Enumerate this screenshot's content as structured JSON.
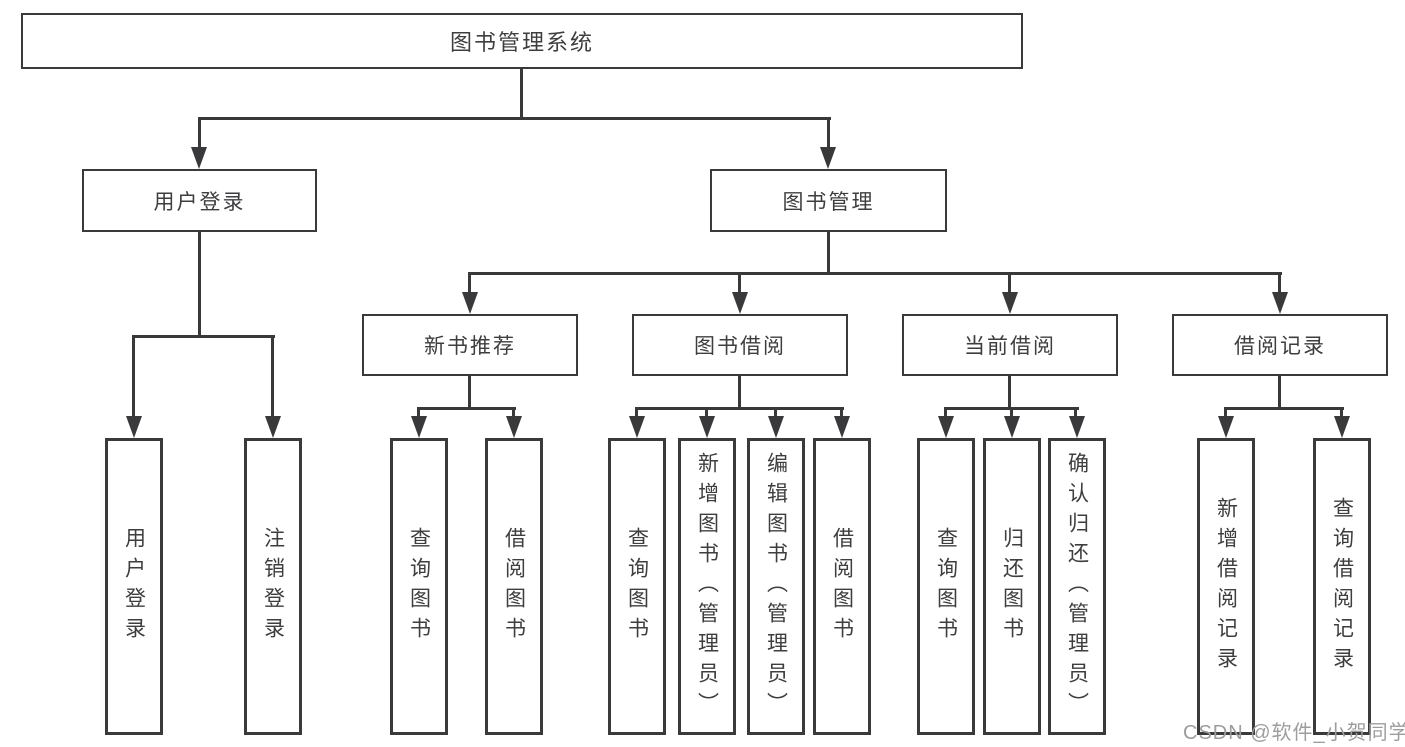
{
  "diagram": {
    "root": "图书管理系统",
    "level2": [
      "用户登录",
      "图书管理"
    ],
    "level3": [
      "新书推荐",
      "图书借阅",
      "当前借阅",
      "借阅记录"
    ],
    "leaves": {
      "user_login": [
        "用户登录",
        "注销登录"
      ],
      "new_book": [
        "查询图书",
        "借阅图书"
      ],
      "book_borrow": [
        "查询图书",
        "新增图书（管理员）",
        "编辑图书（管理员）",
        "借阅图书"
      ],
      "current_borrow": [
        "查询图书",
        "归还图书",
        "确认归还（管理员）"
      ],
      "borrow_records": [
        "新增借阅记录",
        "查询借阅记录"
      ]
    }
  },
  "watermark": "CSDN @软件_小贺同学",
  "colors": {
    "border": "#3a3a3c",
    "line": "#39393b",
    "text": "#3e3e40",
    "watermark": "#9d9d9d",
    "background": "#ffffff"
  }
}
